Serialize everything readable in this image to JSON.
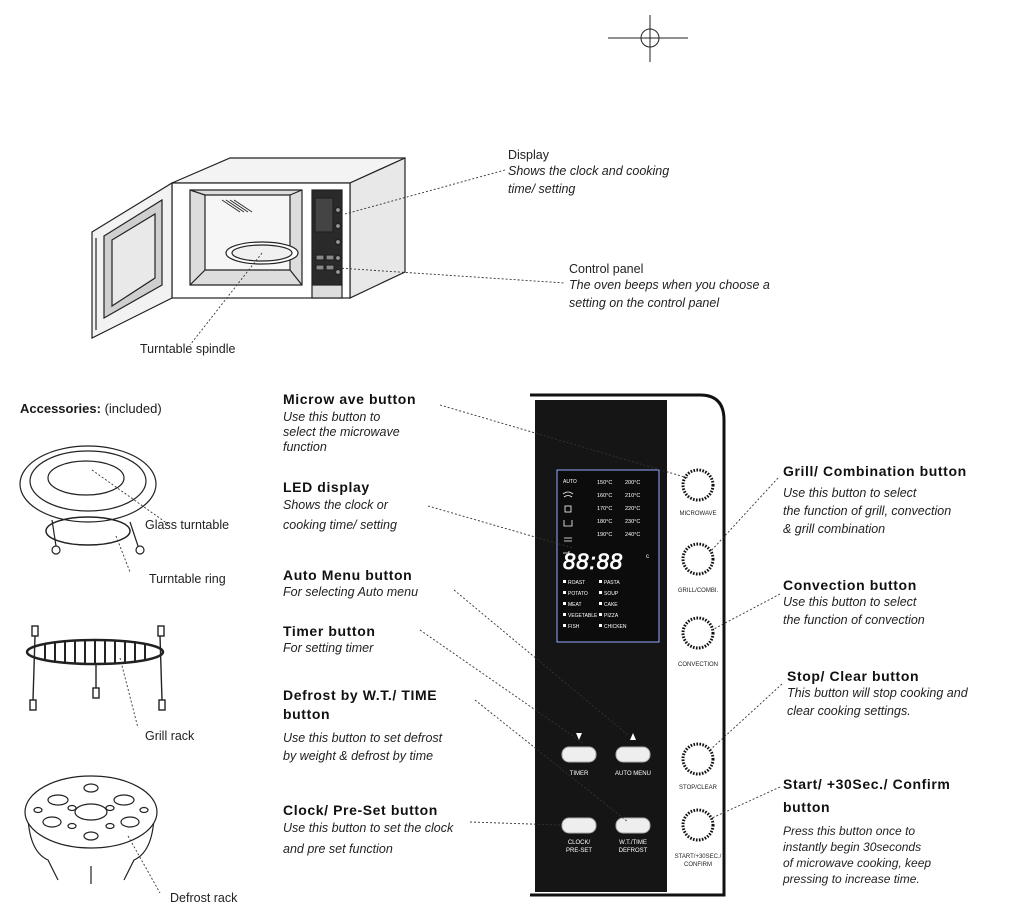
{
  "top_callouts": {
    "display": {
      "title": "Display",
      "desc": "Shows the clock and cooking\ntime/ setting"
    },
    "control_panel": {
      "title": "Control panel",
      "desc": "The oven beeps when you choose a\nsetting on the control panel"
    },
    "turntable_spindle": "Turntable spindle"
  },
  "accessories": {
    "heading_bold": "Accessories:",
    "heading_rest": " (included)",
    "glass_turntable": "Glass turntable",
    "turntable_ring": "Turntable ring",
    "grill_rack": "Grill rack",
    "defrost_rack": "Defrost rack"
  },
  "left_callouts": {
    "microwave": {
      "title": "Microw ave button",
      "desc": "Use this button to\nselect the microwave\nfunction"
    },
    "led": {
      "title": "LED display",
      "desc": "Shows the clock or\ncooking time/ setting"
    },
    "auto_menu": {
      "title": "Auto Menu button",
      "desc": "For selecting Auto menu"
    },
    "timer": {
      "title": "Timer button",
      "desc": "For setting timer"
    },
    "defrost": {
      "title": "Defrost by W.T./ TIME\nbutton",
      "desc": "Use this button to set defrost\nby weight & defrost by time"
    },
    "clock": {
      "title": "Clock/ Pre-Set button",
      "desc": "Use this button to set the clock\nand pre set function"
    }
  },
  "right_callouts": {
    "grill": {
      "title": "Grill/ Combination button",
      "desc": "Use this button to select\nthe function of grill, convection\n& grill combination"
    },
    "convection": {
      "title": "Convection button",
      "desc": "Use this button to select\nthe function of convection"
    },
    "stop": {
      "title": "Stop/ Clear button",
      "desc": "This button will stop cooking and\nclear cooking settings."
    },
    "start": {
      "title": "Start/ +30Sec./ Confirm\nbutton",
      "desc": "Press this button once to\ninstantly begin 30seconds\nof microwave cooking, keep\npressing to increase time."
    }
  },
  "panel": {
    "knobs": {
      "microwave": "MICROWAVE",
      "grill": "GRILL/COMBI.",
      "convection": "CONVECTION",
      "stop": "STOP/CLEAR",
      "start_1": "START/+30SEC./",
      "start_2": "CONFIRM"
    },
    "buttons": {
      "timer": "TIMER",
      "auto_menu": "AUTO MENU",
      "clock_1": "CLOCK/",
      "clock_2": "PRE-SET",
      "wt_1": "W.T./TIME",
      "wt_2": "DEFROST"
    },
    "lcd": {
      "auto": "AUTO",
      "temps_left": [
        "150°C",
        "160°C",
        "170°C",
        "180°C",
        "190°C"
      ],
      "temps_right": [
        "200°C",
        "210°C",
        "220°C",
        "230°C",
        "240°C"
      ],
      "digits": "88:88",
      "menu_left": [
        "ROAST",
        "POTATO",
        "MEAT",
        "VEGETABLE",
        "FISH"
      ],
      "menu_right": [
        "PASTA",
        "SOUP",
        "CAKE",
        "PIZZA",
        "CHICKEN"
      ]
    }
  },
  "colors": {
    "panel": "#151515",
    "lcd_border": "#9aa8ff",
    "knob": "#111111"
  }
}
